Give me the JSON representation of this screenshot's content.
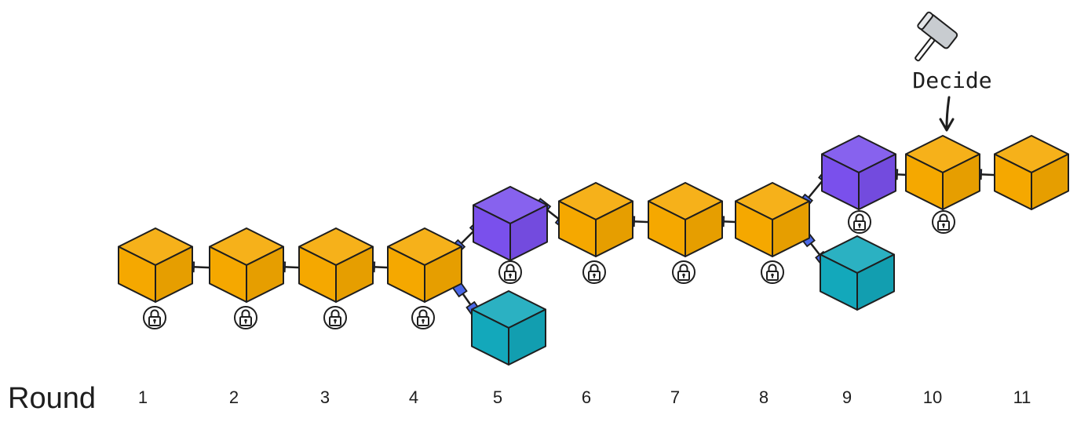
{
  "annotation": {
    "text": "Decide",
    "icon": "gavel-icon"
  },
  "axis": {
    "label": "Round",
    "rounds": [
      "1",
      "2",
      "3",
      "4",
      "5",
      "6",
      "7",
      "8",
      "9",
      "10",
      "11"
    ]
  },
  "colors": {
    "block_orange": "#f5a800",
    "block_purple": "#7a50ec",
    "block_teal": "#13a8bb",
    "link": "#4a68e8",
    "outline": "#1e1e1e"
  },
  "blocks": [
    {
      "round": 1,
      "color": "orange",
      "locked": true,
      "branch": "main"
    },
    {
      "round": 2,
      "color": "orange",
      "locked": true,
      "branch": "main"
    },
    {
      "round": 3,
      "color": "orange",
      "locked": true,
      "branch": "main"
    },
    {
      "round": 4,
      "color": "orange",
      "locked": true,
      "branch": "main"
    },
    {
      "round": 5,
      "color": "purple",
      "locked": true,
      "branch": "main"
    },
    {
      "round": 5,
      "color": "teal",
      "locked": false,
      "branch": "fork"
    },
    {
      "round": 6,
      "color": "orange",
      "locked": true,
      "branch": "main"
    },
    {
      "round": 7,
      "color": "orange",
      "locked": true,
      "branch": "main"
    },
    {
      "round": 8,
      "color": "orange",
      "locked": true,
      "branch": "main"
    },
    {
      "round": 9,
      "color": "purple",
      "locked": true,
      "branch": "main"
    },
    {
      "round": 9,
      "color": "teal",
      "locked": false,
      "branch": "fork"
    },
    {
      "round": 10,
      "color": "orange",
      "locked": true,
      "branch": "main",
      "decided": true
    },
    {
      "round": 11,
      "color": "orange",
      "locked": false,
      "branch": "main"
    }
  ]
}
